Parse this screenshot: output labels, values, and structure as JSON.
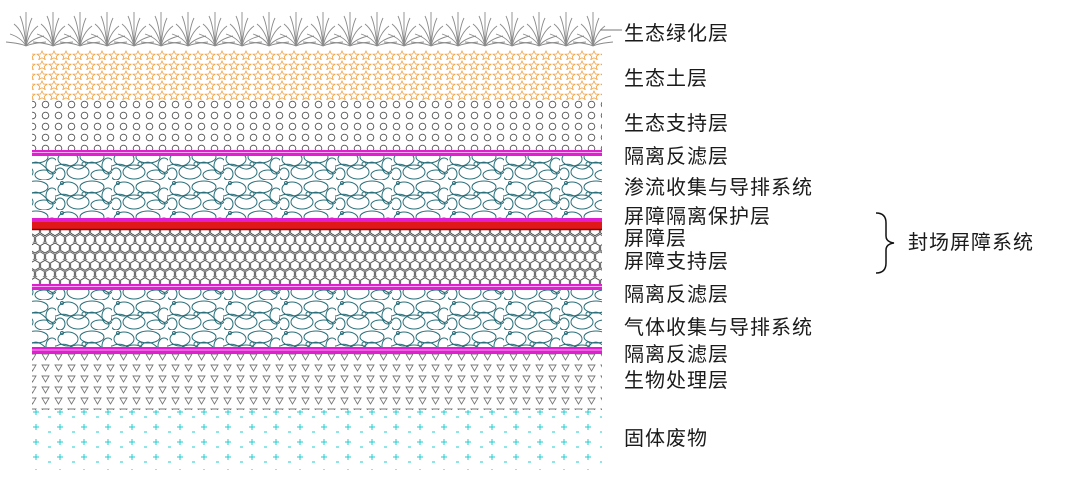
{
  "layers": [
    {
      "id": "eco-green",
      "label": "生态绿化层"
    },
    {
      "id": "eco-soil",
      "label": "生态土层"
    },
    {
      "id": "eco-support",
      "label": "生态支持层"
    },
    {
      "id": "filter-1",
      "label": "隔离反滤层"
    },
    {
      "id": "seepage",
      "label": "渗流收集与导排系统"
    },
    {
      "id": "barrier-protect",
      "label": "屏障隔离保护层"
    },
    {
      "id": "barrier",
      "label": "屏障层"
    },
    {
      "id": "barrier-support",
      "label": "屏障支持层"
    },
    {
      "id": "filter-2",
      "label": "隔离反滤层"
    },
    {
      "id": "gas",
      "label": "气体收集与导排系统"
    },
    {
      "id": "filter-3",
      "label": "隔离反滤层"
    },
    {
      "id": "bio",
      "label": "生物处理层"
    },
    {
      "id": "waste",
      "label": "固体废物"
    }
  ],
  "group": {
    "label": "封场屏障系统"
  },
  "colors": {
    "grass": "#8a8a8a",
    "soil": "#f0a040",
    "support": "#555555",
    "filter": "#e020d0",
    "gravel": "#2a6f7a",
    "barrier_red": "#e01818",
    "hex": "#444444",
    "bio": "#777777",
    "waste": "#22cccc"
  }
}
